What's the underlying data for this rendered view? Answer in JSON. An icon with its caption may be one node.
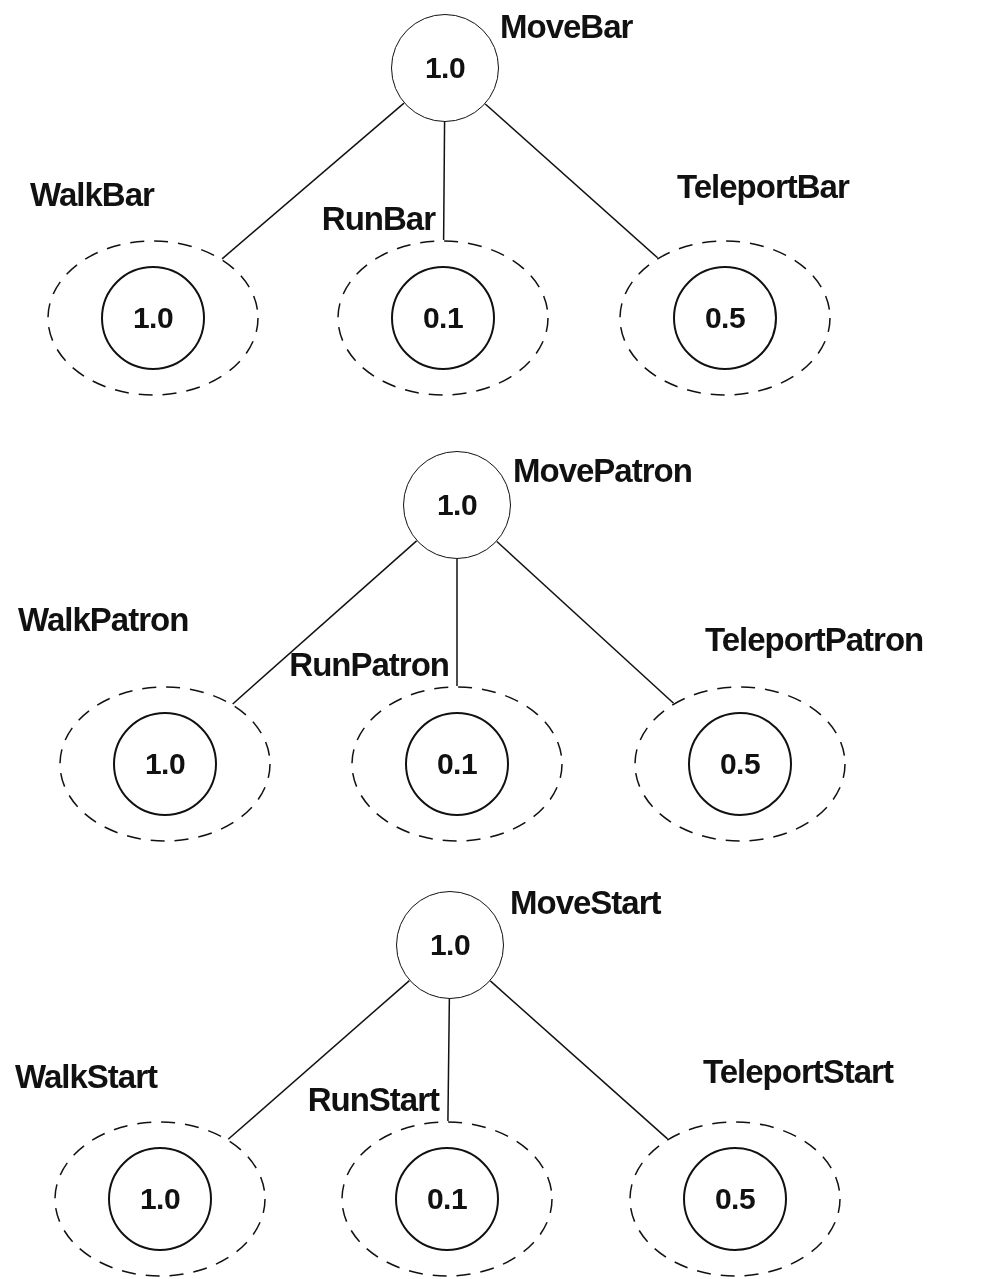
{
  "diagram": {
    "nodes": [
      {
        "text": [
          "1.0"
        ],
        "beside": [
          "MoveBar"
        ]
      },
      {
        "text": [
          "WalkBar"
        ]
      },
      {
        "text": [
          "1.0"
        ],
        "in": 1
      },
      {
        "text": [
          "RunBar"
        ]
      },
      {
        "text": [
          "0.1"
        ],
        "in": 3
      },
      {
        "text": [
          "TeleportBar"
        ]
      },
      {
        "text": [
          "0.5"
        ],
        "in": 5
      },
      {
        "text": [
          "1.0"
        ],
        "beside": [
          "MovePatron"
        ]
      },
      {
        "text": [
          "WalkPatron"
        ]
      },
      {
        "text": [
          "1.0"
        ],
        "in": 8
      },
      {
        "text": [
          "RunPatron"
        ]
      },
      {
        "text": [
          "0.1"
        ],
        "in": 10
      },
      {
        "text": [
          "TeleportPatron"
        ]
      },
      {
        "text": [
          "0.5"
        ],
        "in": 12
      },
      {
        "text": [
          "1.0"
        ],
        "beside": [
          "MoveStart"
        ]
      },
      {
        "text": [
          "WalkStart"
        ]
      },
      {
        "text": [
          "1.0"
        ],
        "in": 15
      },
      {
        "text": [
          "RunStart"
        ]
      },
      {
        "text": [
          "0.1"
        ],
        "in": 17
      },
      {
        "text": [
          "TeleportStart"
        ]
      },
      {
        "text": [
          "0.5"
        ],
        "in": 19
      }
    ],
    "edges": [
      {
        "from": 0,
        "to": 1,
        "arrow": "none"
      },
      {
        "from": 0,
        "to": 3,
        "arrow": "none"
      },
      {
        "from": 0,
        "to": 5,
        "arrow": "none"
      },
      {
        "from": 7,
        "to": 8,
        "arrow": "none"
      },
      {
        "from": 7,
        "to": 10,
        "arrow": "none"
      },
      {
        "from": 7,
        "to": 12,
        "arrow": "none"
      },
      {
        "from": 14,
        "to": 15,
        "arrow": "none"
      },
      {
        "from": 14,
        "to": 17,
        "arrow": "none"
      },
      {
        "from": 14,
        "to": 19,
        "arrow": "none"
      }
    ]
  }
}
